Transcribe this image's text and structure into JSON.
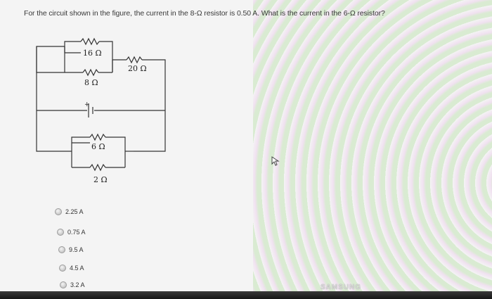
{
  "question": {
    "text": "For the circuit shown in the figure, the current in the 8-Ω resistor is 0.50 A. What is the current in the 6-Ω resistor?"
  },
  "circuit": {
    "resistors": [
      {
        "label": "16 Ω"
      },
      {
        "label": "20 Ω"
      },
      {
        "label": "8 Ω"
      },
      {
        "label": "6 Ω"
      },
      {
        "label": "2 Ω"
      }
    ],
    "battery_polarity": "+"
  },
  "answers": [
    {
      "label": "2.25 A",
      "selected": false
    },
    {
      "label": "0.75 A",
      "selected": false
    },
    {
      "label": "9.5 A",
      "selected": false
    },
    {
      "label": "4.5 A",
      "selected": false
    },
    {
      "label": "3.2 A",
      "selected": false
    }
  ],
  "device": {
    "brand": "SAMSUNG"
  }
}
